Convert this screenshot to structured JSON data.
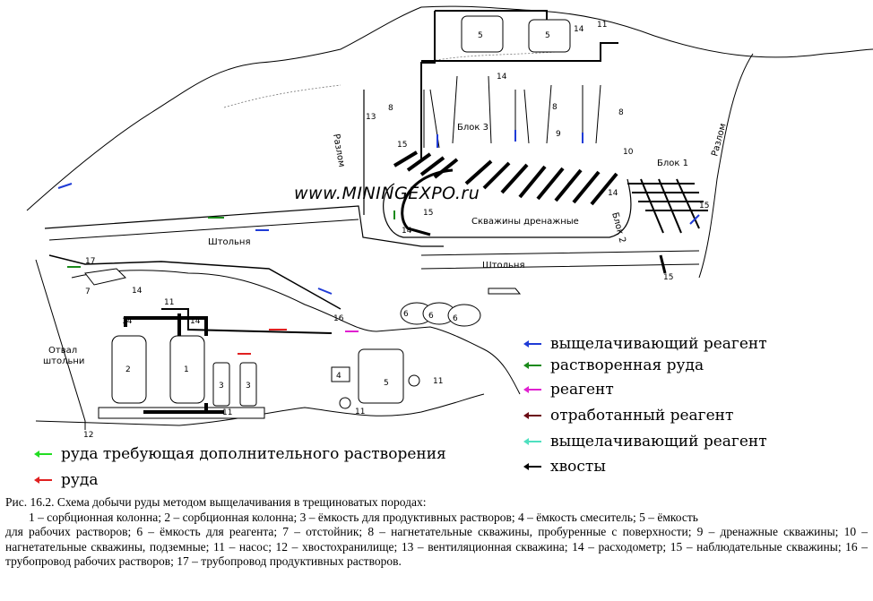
{
  "diagram": {
    "watermark": "www.MININGEXPO.ru",
    "labels": {
      "razlom_left": "Разлом",
      "razlom_right": "Разлом",
      "blok1": "Блок 1",
      "blok2": "Блок 2",
      "blok3": "Блок 3",
      "skvazhiny_drenazhnye": "Скважины дренажные",
      "shtolnya_upper": "Штольня",
      "shtolnya_lower": "Штольня",
      "otval_shtolni": "Отвал штольни"
    },
    "numbers": {
      "n1": "1",
      "n2": "2",
      "n3": "3",
      "n4": "4",
      "n5": "5",
      "n6": "6",
      "n7": "7",
      "n8": "8",
      "n9": "9",
      "n10": "10",
      "n11": "11",
      "n12": "12",
      "n13": "13",
      "n14": "14",
      "n15": "15",
      "n16": "16",
      "n17": "17"
    }
  },
  "legend_right": [
    {
      "label": "выщелачивающий реагент",
      "color": "#1f3bd6"
    },
    {
      "label": "растворенная руда",
      "color": "#1a8a1a"
    },
    {
      "label": "реагент",
      "color": "#e020d0"
    },
    {
      "label": "отработанный реагент",
      "color": "#6b0a14"
    },
    {
      "label": "выщелачивающий реагент",
      "color": "#4fe0c0"
    },
    {
      "label": "хвосты",
      "color": "#000000"
    }
  ],
  "legend_left": [
    {
      "label": "руда требующая дополнительного растворения",
      "color": "#22dd22"
    },
    {
      "label": "руда",
      "color": "#e02020"
    }
  ],
  "caption": {
    "title": "Рис. 16.2.  Схема добычи руды методом выщелачивания в трещиноватых породах:",
    "body": "1 – сорбционная колонна; 2 – сорбционная колонна; 3 – ёмкость для продуктивных растворов; 4 – ёмкость смеситель; 5 – ёмкость",
    "rest": "для рабочих растворов; 6 – ёмкость для реагента; 7 – отстойник; 8 – нагнетательные скважины, пробуренные с поверхности; 9 – дренажные скважины; 10 – нагнетательные скважины, подземные; 11 – насос; 12 – хвостохранилище;  13 – вентиляционная скважина; 14 – расходометр; 15 – наблюдательные скважины; 16 – трубопровод рабочих растворов; 17 – трубопровод продуктивных растворов."
  }
}
